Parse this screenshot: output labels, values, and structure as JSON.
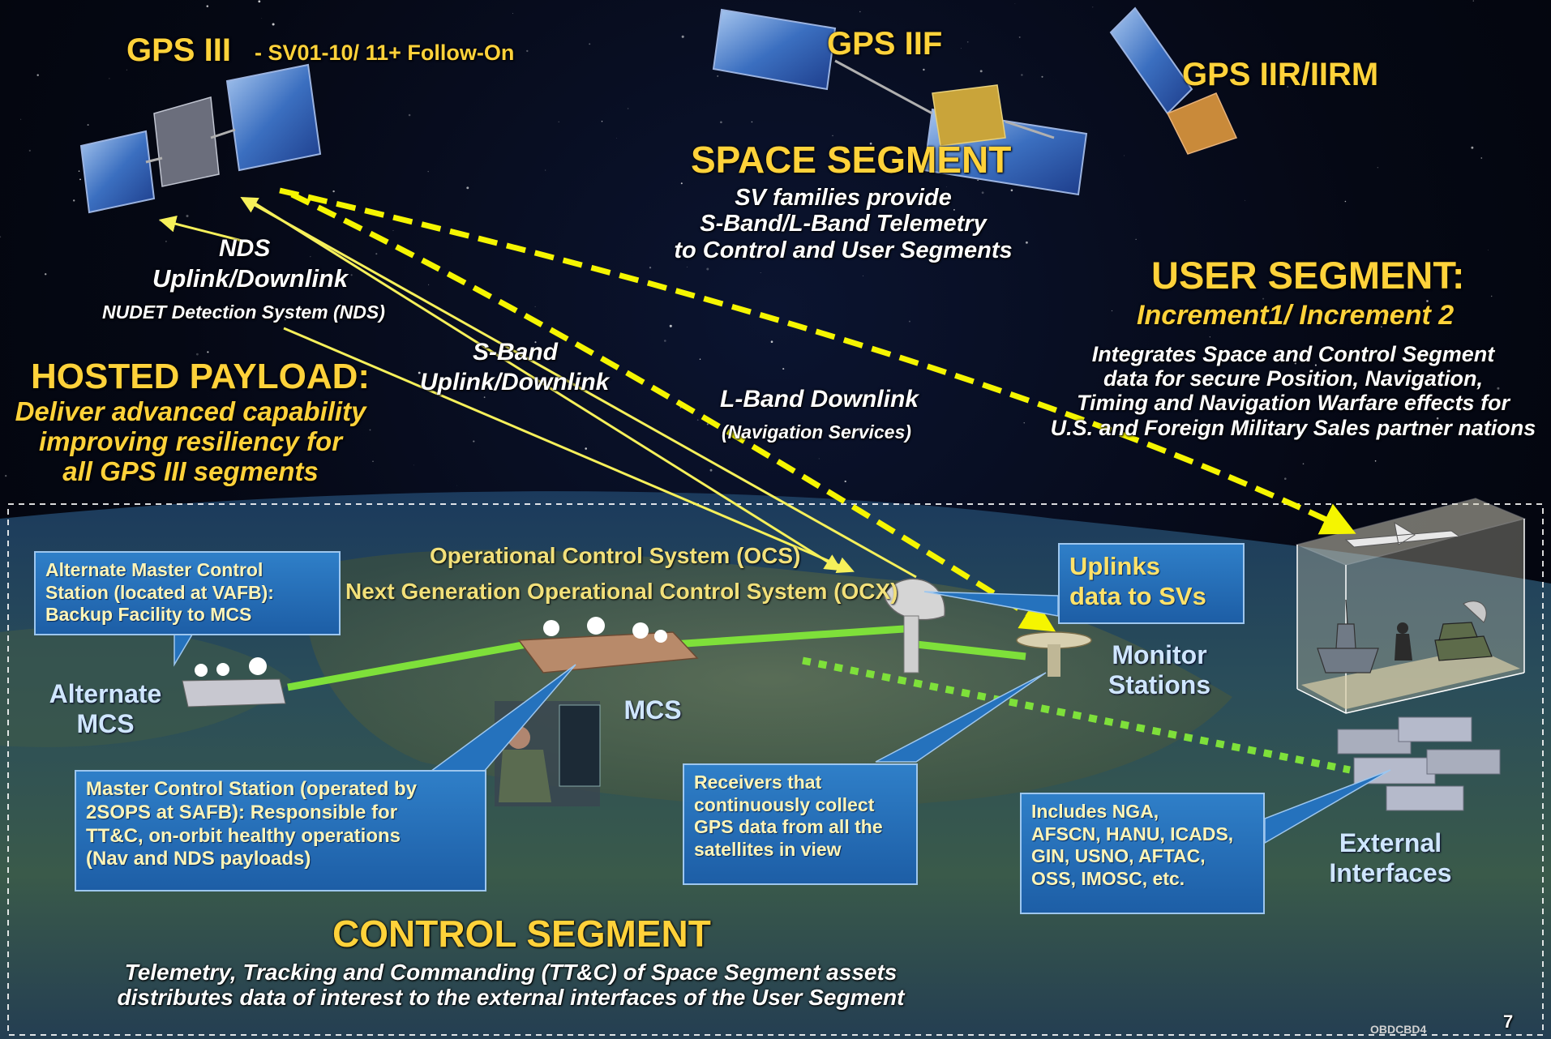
{
  "space": {
    "gps3_label": "GPS III",
    "gps3_sub": "- SV01-10/ 11+ Follow-On",
    "gps2f_label": "GPS IIF",
    "gps2r_label": "GPS IIR/IIRM",
    "segment_title": "SPACE SEGMENT",
    "segment_desc": "SV families provide\nS-Band/L-Band Telemetry\nto Control and User Segments"
  },
  "links": {
    "nds_title": "NDS",
    "nds_sub": "Uplink/Downlink",
    "nds_desc": "NUDET Detection System (NDS)",
    "sband_title": "S-Band",
    "sband_sub": "Uplink/Downlink",
    "lband_title": "L-Band Downlink",
    "lband_sub": "(Navigation Services)"
  },
  "hosted": {
    "title": "HOSTED PAYLOAD:",
    "desc": "Deliver advanced capability\nimproving resiliency for\nall GPS III segments"
  },
  "user": {
    "title": "USER SEGMENT:",
    "increment": "Increment1/ Increment 2",
    "desc": "Integrates Space and Control Segment\ndata for secure Position, Navigation,\nTiming and Navigation Warfare effects for\nU.S. and Foreign Military Sales partner nations"
  },
  "control": {
    "ocs": "Operational Control System (OCS)",
    "ocx": "Next Generation Operational Control System (OCX)",
    "alt_mcs_box": "Alternate Master Control\nStation (located at VAFB):\nBackup Facility to MCS",
    "alt_mcs_label": "Alternate\nMCS",
    "mcs_label": "MCS",
    "mcs_box": "Master Control Station (operated by\n2SOPS at SAFB): Responsible for\nTT&C, on-orbit healthy operations\n(Nav and NDS payloads)",
    "uplinks_box": "Uplinks\ndata to SVs",
    "monitor_label": "Monitor\nStations",
    "receivers_box": "Receivers that\ncontinuously collect\nGPS data from all the\nsatellites in view",
    "includes_box": "Includes NGA,\nAFSCN, HANU, ICADS,\nGIN, USNO, AFTAC,\nOSS, IMOSC, etc.",
    "external_label": "External\nInterfaces",
    "segment_title": "CONTROL SEGMENT",
    "segment_desc": "Telemetry, Tracking and Commanding (TT&C) of Space Segment assets\ndistributes data of interest to the external interfaces of the User Segment"
  },
  "footer": {
    "code": "OBDCBD4",
    "page": "7"
  },
  "colors": {
    "yellow": "#ffd23a",
    "callout_blue": "#2572bd",
    "link_green": "#7ee03a",
    "arrow_yellow": "#f5f500"
  }
}
